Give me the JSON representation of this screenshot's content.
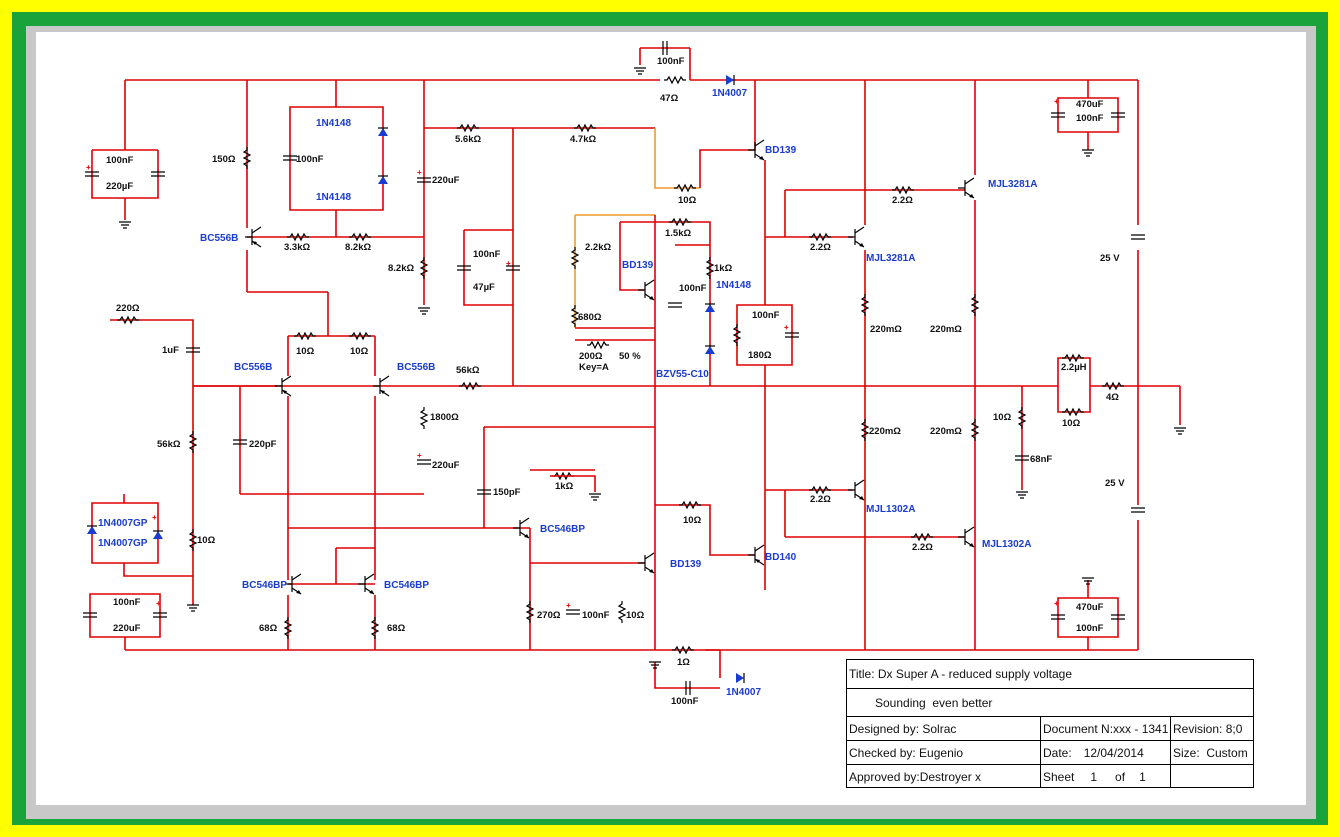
{
  "colors": {
    "wire": "#e00000",
    "wire_alt": "#f39a2a",
    "part_label": "#1a3cd0",
    "frame_outer": "#ffff00",
    "frame_inner": "#1aa33a"
  },
  "title_block": {
    "title": "Title: Dx Super A - reduced supply voltage",
    "subtitle": "Sounding  even better",
    "designed_by": "Designed by: Solrac",
    "document": "Document N:xxx - 1341",
    "revision": "Revision: 8;0",
    "checked_by": "Checked by: Eugenio",
    "date_label": "Date:",
    "date_value": "12/04/2014",
    "size": "Size:  Custom",
    "approved_by": "Approved by:Destroyer x",
    "sheet_label": "Sheet",
    "sheet_number": "1",
    "sheet_of": "of",
    "sheet_total": "1"
  },
  "labels": {
    "c_top_100n": "100nF",
    "r_top_47": "47Ω",
    "d_top_1n4007": "1N4007",
    "c_rt_470u": "470uF",
    "c_rt_100n": "100nF",
    "c_lt_100n": "100nF",
    "c_lt_220u": "220µF",
    "r_150": "150Ω",
    "d_1n4148_a": "1N4148",
    "c_100n_mid": "100nF",
    "d_1n4148_b": "1N4148",
    "c_220u_a": "220uF",
    "r_5k6": "5.6kΩ",
    "r_4k7": "4.7kΩ",
    "q_bd139_top": "BD139",
    "r_10_bd": "10Ω",
    "q_mjl3281_r": "MJL3281A",
    "r_2r2_a": "2.2Ω",
    "q_bc556_top": "BC556B",
    "r_3k3": "3.3kΩ",
    "r_8k2_h": "8.2kΩ",
    "r_8k2_v": "8.2kΩ",
    "c_100n_l": "100nF",
    "c_47u": "47µF",
    "r_2k2": "2.2kΩ",
    "r_1k5": "1.5kΩ",
    "q_bd139_mid": "BD139",
    "r_1k": "1kΩ",
    "d_1n4148_c": "1N4148",
    "c_100n_m": "100nF",
    "r_2r2_b": "2.2Ω",
    "q_mjl3281_l": "MJL3281A",
    "v_25_top": "25 V",
    "r_220": "220Ω",
    "r_680": "680Ω",
    "c_100n_vbe": "100nF",
    "r_180": "180Ω",
    "r_220m_a": "220mΩ",
    "r_220m_b": "220mΩ",
    "c_1u": "1uF",
    "r_10_a": "10Ω",
    "r_10_b": "10Ω",
    "pot_200": "200Ω",
    "pot_pct": "50 %",
    "pot_key": "Key=A",
    "q_bc556_l": "BC556B",
    "q_bc556_r": "BC556B",
    "r_56k_h": "56kΩ",
    "d_bzv55": "BZV55-C10",
    "l_2u2": "2.2µH",
    "r_4": "4Ω",
    "r_10_out": "10Ω",
    "r_1800": "1800Ω",
    "r_10_z": "10Ω",
    "r_56k_v": "56kΩ",
    "c_220p": "220pF",
    "r_220m_c": "220mΩ",
    "r_220m_d": "220mΩ",
    "c_220u_b": "220uF",
    "c_68n": "68nF",
    "c_150p": "150pF",
    "r_1k_b": "1kΩ",
    "v_25_bot": "25 V",
    "r_2r2_c": "2.2Ω",
    "q_mjl1302_l": "MJL1302A",
    "d_1n4007gp_a": "1N4007GP",
    "d_1n4007gp_b": "1N4007GP",
    "q_bc546_mid": "BC546BP",
    "r_10_c": "10Ω",
    "r_2r2_d": "2.2Ω",
    "q_mjl1302_r": "MJL1302A",
    "r_10_d": "10Ω",
    "q_bd139_bot": "BD139",
    "q_bd140": "BD140",
    "q_bc546_l": "BC546BP",
    "q_bc546_r": "BC546BP",
    "c_100n_bl": "100nF",
    "c_220u_bl": "220uF",
    "c_470u_b": "470uF",
    "c_100n_br": "100nF",
    "r_270": "270Ω",
    "c_100n_b": "100nF",
    "r_10_e": "10Ω",
    "r_68_a": "68Ω",
    "r_68_b": "68Ω",
    "r_1_bot": "1Ω",
    "d_bot_1n4007": "1N4007",
    "c_bot_100n": "100nF"
  }
}
